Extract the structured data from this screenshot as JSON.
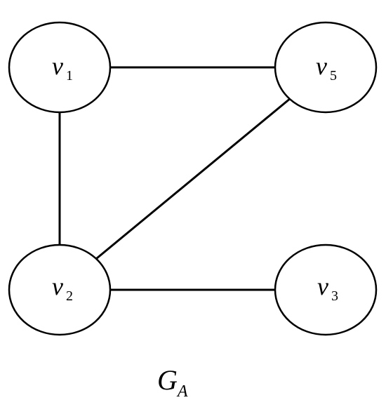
{
  "graph": {
    "title": "G",
    "title_subscript": "A",
    "nodes": [
      {
        "id": "v1",
        "letter": "v",
        "subscript": "1"
      },
      {
        "id": "v5",
        "letter": "v",
        "subscript": "5"
      },
      {
        "id": "v2",
        "letter": "v",
        "subscript": "2"
      },
      {
        "id": "v3",
        "letter": "v",
        "subscript": "3"
      }
    ],
    "edges": [
      {
        "from": "v1",
        "to": "v5"
      },
      {
        "from": "v1",
        "to": "v2"
      },
      {
        "from": "v2",
        "to": "v5"
      },
      {
        "from": "v2",
        "to": "v3"
      }
    ],
    "colors": {
      "stroke": "#000000",
      "node_fill": "#ffffff",
      "background": "#ffffff"
    }
  }
}
